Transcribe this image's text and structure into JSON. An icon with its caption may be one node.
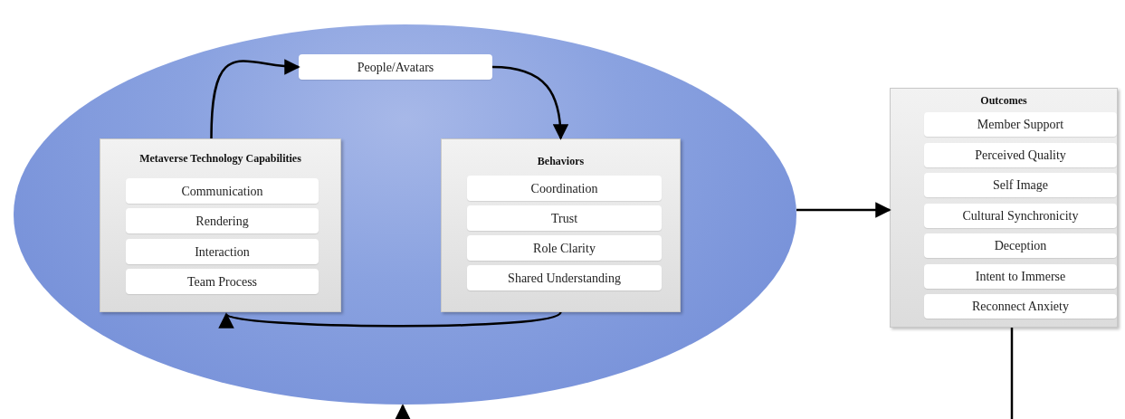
{
  "diagram": {
    "nodes": [
      {
        "text": [],
        "shape": "ellipse"
      },
      {
        "text": [
          "People/Avatars"
        ],
        "in": 0
      },
      {
        "text": [
          "Metaverse Technology Capabilities"
        ],
        "in": 0
      },
      {
        "text": [
          "Communication"
        ],
        "in": 2
      },
      {
        "text": [
          "Rendering"
        ],
        "in": 2
      },
      {
        "text": [
          "Interaction"
        ],
        "in": 2
      },
      {
        "text": [
          "Team Process"
        ],
        "in": 2
      },
      {
        "text": [
          "Behaviors"
        ],
        "in": 0
      },
      {
        "text": [
          "Coordination"
        ],
        "in": 7
      },
      {
        "text": [
          "Trust"
        ],
        "in": 7
      },
      {
        "text": [
          "Role Clarity"
        ],
        "in": 7
      },
      {
        "text": [
          "Shared Understanding"
        ],
        "in": 7
      },
      {
        "text": [
          "Outcomes"
        ]
      },
      {
        "text": [
          "Member Support"
        ],
        "in": 12
      },
      {
        "text": [
          "Perceived Quality"
        ],
        "in": 12
      },
      {
        "text": [
          "Self Image"
        ],
        "in": 12
      },
      {
        "text": [
          "Cultural  Synchronicity"
        ],
        "in": 12
      },
      {
        "text": [
          "Deception"
        ],
        "in": 12
      },
      {
        "text": [
          "Intent to Immerse"
        ],
        "in": 12
      },
      {
        "text": [
          "Reconnect Anxiety"
        ],
        "in": 12
      }
    ],
    "edges": [
      {
        "from": 2,
        "to": 1,
        "arrow": "to"
      },
      {
        "from": 1,
        "to": 7,
        "arrow": "to"
      },
      {
        "from": 7,
        "to": 2,
        "arrow": "to"
      },
      {
        "from": 0,
        "to": 12,
        "arrow": "to"
      },
      {
        "from": 12,
        "to": null,
        "arrow": "none"
      },
      {
        "from": null,
        "to": 0,
        "arrow": "to"
      }
    ]
  }
}
